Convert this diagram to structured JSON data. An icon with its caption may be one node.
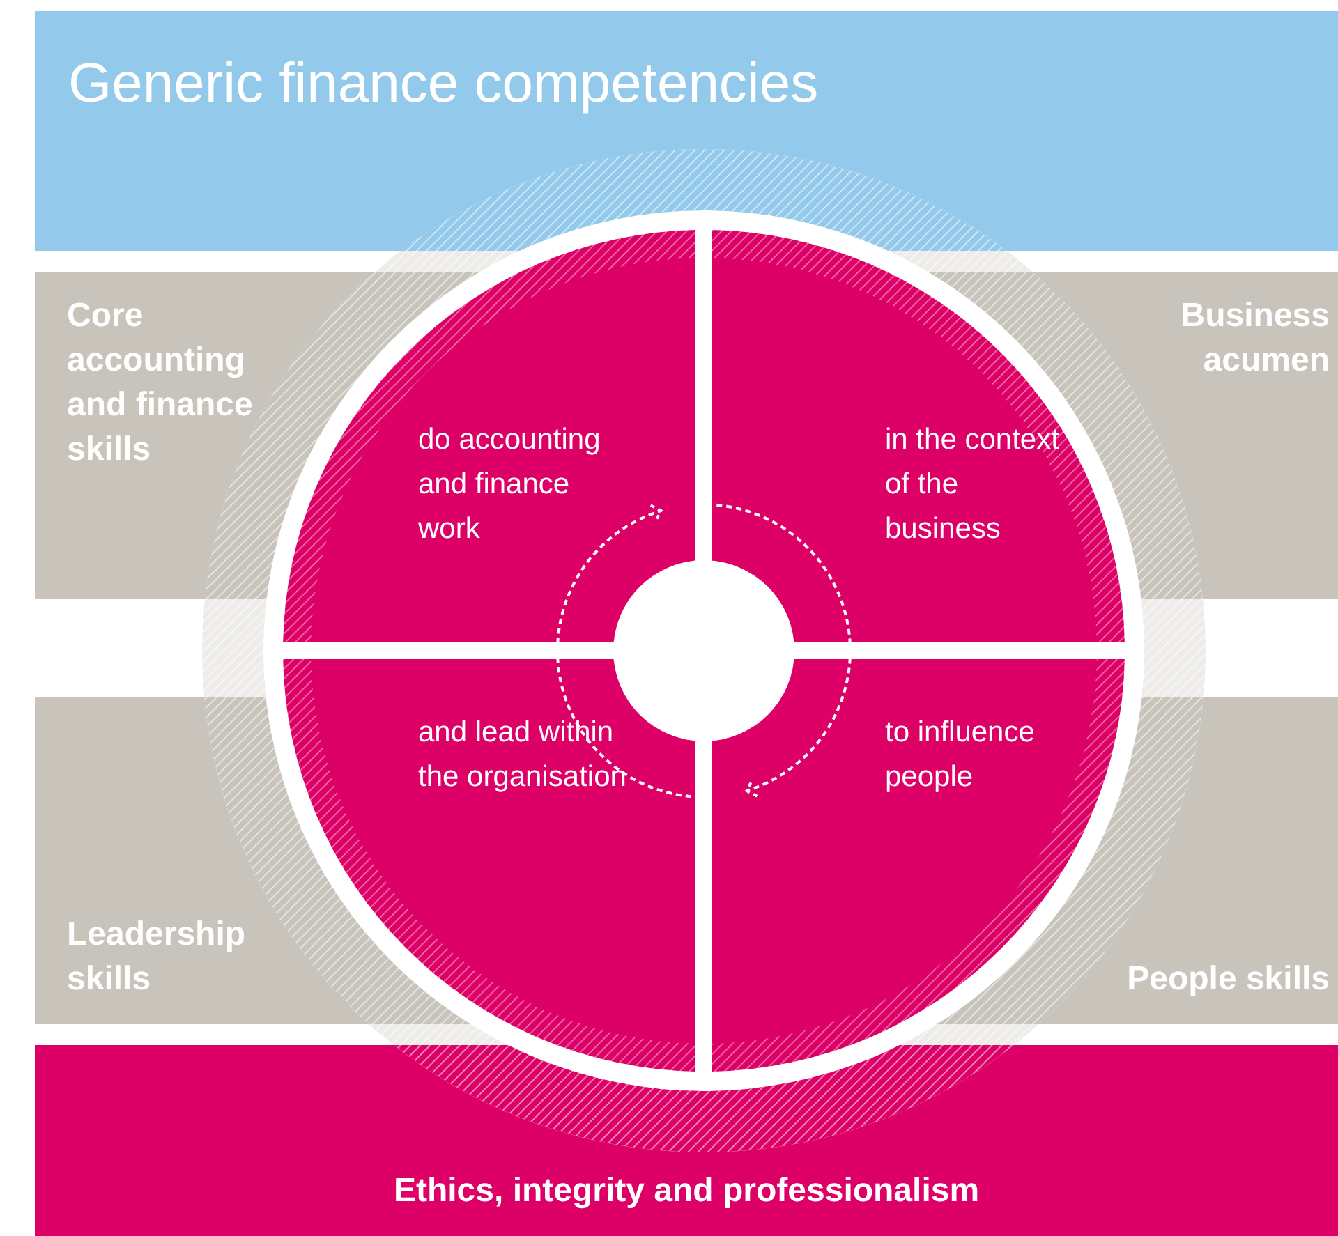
{
  "diagram": {
    "nodes": [
      {
        "text": [
          "Generic finance competencies"
        ]
      },
      {
        "text": [
          "Core accounting and finance skills"
        ]
      },
      {
        "text": [
          "Business acumen"
        ]
      },
      {
        "text": [
          "do accounting and finance work"
        ]
      },
      {
        "text": [
          "in the context of the business"
        ]
      },
      {
        "text": [],
        "shape": "circle"
      },
      {
        "text": [
          "and lead within the organisation"
        ]
      },
      {
        "text": [
          "to influence people"
        ]
      },
      {
        "text": [
          "Leadership skills"
        ]
      },
      {
        "text": [
          "People skills"
        ]
      },
      {
        "text": [
          "Ethics, integrity and professionalism"
        ]
      }
    ],
    "edges": [
      {
        "from": 6,
        "to": 3,
        "arrow": "to",
        "style": "dashed"
      },
      {
        "from": 4,
        "to": 7,
        "arrow": "to",
        "style": "dashed"
      }
    ]
  }
}
